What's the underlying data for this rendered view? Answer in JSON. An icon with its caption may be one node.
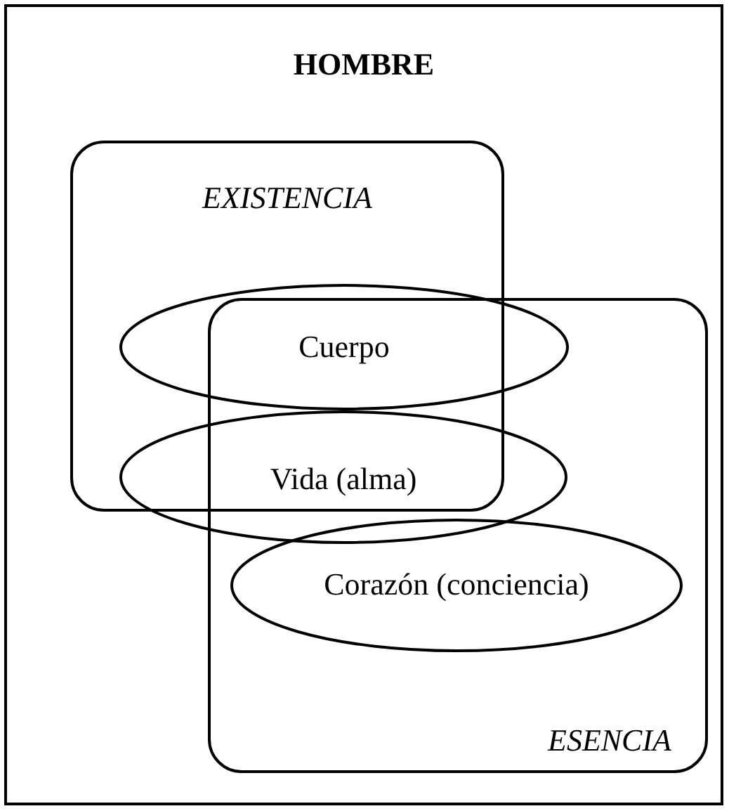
{
  "diagram": {
    "nodes": [
      {
        "text": [
          "HOMBRE"
        ]
      },
      {
        "text": [
          "EXISTENCIA"
        ],
        "in": 0
      },
      {
        "text": [
          "ESENCIA"
        ],
        "in": 0
      },
      {
        "text": [
          "Cuerpo"
        ],
        "in": 0
      },
      {
        "text": [
          "Vida (alma)"
        ],
        "in": 0
      },
      {
        "text": [
          "Corazón (conciencia)"
        ],
        "in": 2
      }
    ]
  }
}
